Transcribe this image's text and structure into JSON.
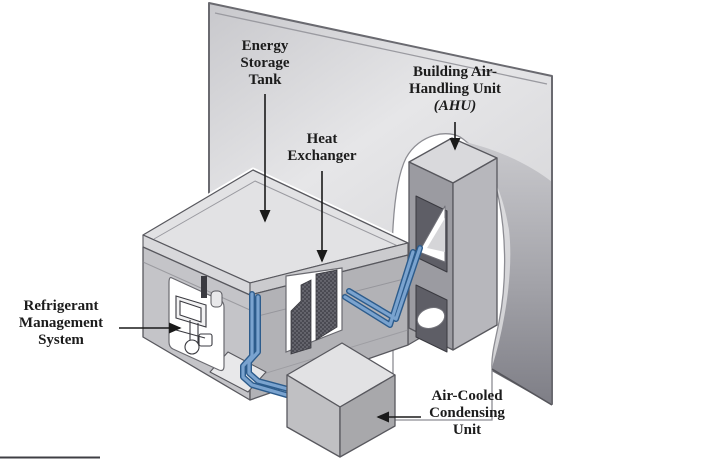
{
  "figure": {
    "kind": "isometric-hvac-thermal-storage-illustration",
    "labels": {
      "energy_storage_tank": {
        "line1": "Energy",
        "line2": "Storage",
        "line3": "Tank"
      },
      "heat_exchanger": {
        "line1": "Heat",
        "line2": "Exchanger"
      },
      "building_ahu": {
        "line1": "Building Air-",
        "line2": "Handling Unit",
        "line3": "(AHU)"
      },
      "refrigerant_management_system": {
        "line1": "Refrigerant",
        "line2": "Management",
        "line3": "System"
      },
      "air_cooled_condensing_unit": {
        "line1": "Air-Cooled",
        "line2": "Condensing",
        "line3": "Unit"
      }
    },
    "colors": {
      "pipe_fill": "#7aa3cf",
      "pipe_outline": "#2d5c8c",
      "wall_light": "#e9e9eb",
      "wall_mid": "#c4c4c8",
      "wall_shade_dark": "#7e7e86",
      "metal_light": "#e3e3e5",
      "metal_mid": "#c2c2c6",
      "metal_dark": "#9a9aa0",
      "hatch_dark": "#4a4a52",
      "label_text": "#1c1c1c"
    }
  }
}
